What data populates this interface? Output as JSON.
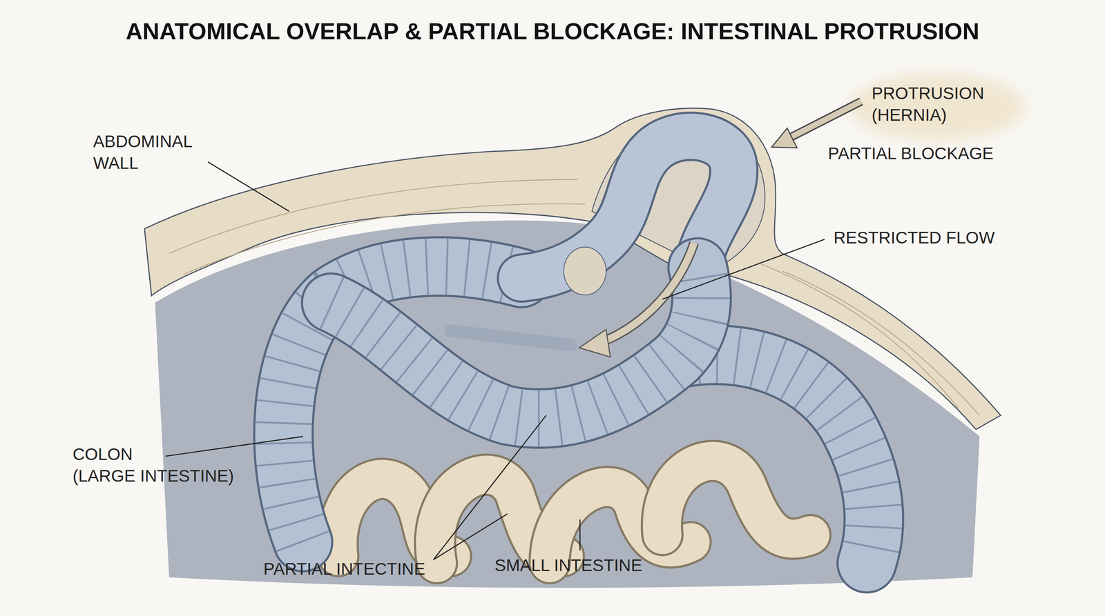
{
  "diagram": {
    "title": "ANATOMICAL OVERLAP & PARTIAL BLOCKAGE: INTESTINAL PROTRUSION",
    "labels": [
      "ABDOMINAL WALL",
      "PROTRUSION (HERNIA)",
      "PARTIAL BLOCKAGE",
      "RESTRICTED FLOW",
      "COLON (LARGE INTESTINE)",
      "PARTIAL INTECTINE",
      "SMALL INTESTINE"
    ]
  }
}
